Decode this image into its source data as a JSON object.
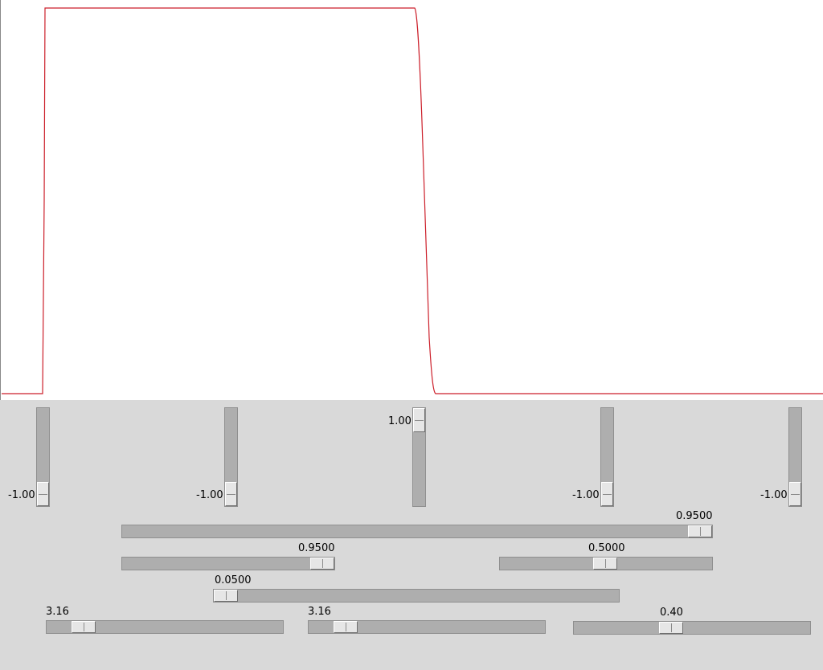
{
  "plot": {
    "line_color": "#cc1f2a",
    "background": "#ffffff"
  },
  "vertical_sliders": [
    {
      "value": "-1.00",
      "level": 0.0
    },
    {
      "value": "-1.00",
      "level": 0.0
    },
    {
      "value": "1.00",
      "level": 1.0
    },
    {
      "value": "-1.00",
      "level": 0.0
    },
    {
      "value": "-1.00",
      "level": 0.0
    }
  ],
  "horizontal_sliders": [
    {
      "value": "0.9500",
      "level": 0.975
    },
    {
      "value": "0.9500",
      "level": 0.975
    },
    {
      "value": "0.5000",
      "level": 0.5
    },
    {
      "value": "0.0500",
      "level": 0.0
    },
    {
      "value": "3.16",
      "level": 0.13
    },
    {
      "value": "3.16",
      "level": 0.13
    },
    {
      "value": "0.40",
      "level": 0.41
    }
  ]
}
